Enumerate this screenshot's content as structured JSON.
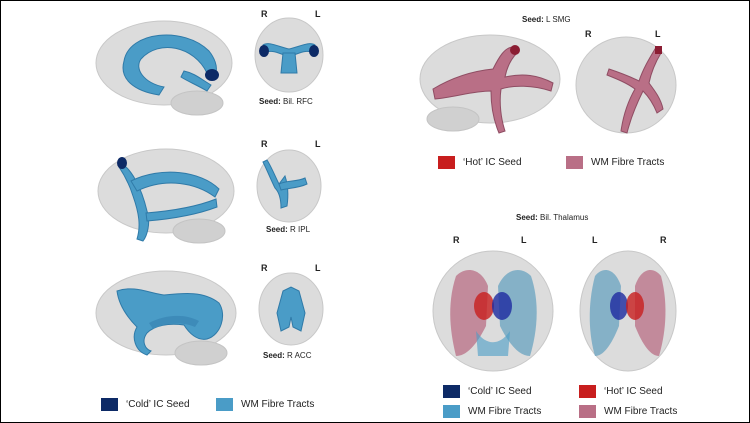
{
  "colors": {
    "cold": "#0d2a66",
    "tract_blue": "#4a9cc7",
    "hot": "#c81e1e",
    "tract_pink": "#b96f86",
    "brain": "#d9d9d9"
  },
  "left": {
    "rows": [
      {
        "seed_prefix": "Seed:",
        "seed_name": "Bil. RFC",
        "r": "R",
        "l": "L"
      },
      {
        "seed_prefix": "Seed:",
        "seed_name": "R IPL",
        "r": "R",
        "l": "L"
      },
      {
        "seed_prefix": "Seed:",
        "seed_name": "R ACC",
        "r": "R",
        "l": "L"
      }
    ],
    "legend": {
      "cold": "‘Cold’ IC Seed",
      "tracts": "WM Fibre Tracts"
    }
  },
  "right_top": {
    "seed_prefix": "Seed:",
    "seed_name": "L SMG",
    "r": "R",
    "l": "L",
    "legend": {
      "hot": "‘Hot’ IC Seed",
      "tracts": "WM Fibre Tracts"
    }
  },
  "right_bottom": {
    "seed_prefix": "Seed:",
    "seed_name": "Bil. Thalamus",
    "left_r": "R",
    "left_l": "L",
    "right_l": "L",
    "right_r": "R",
    "legend": {
      "cold": "‘Cold’ IC Seed",
      "hot": "‘Hot’ IC Seed",
      "tracts_blue": "WM Fibre Tracts",
      "tracts_pink": "WM Fibre Tracts"
    }
  }
}
